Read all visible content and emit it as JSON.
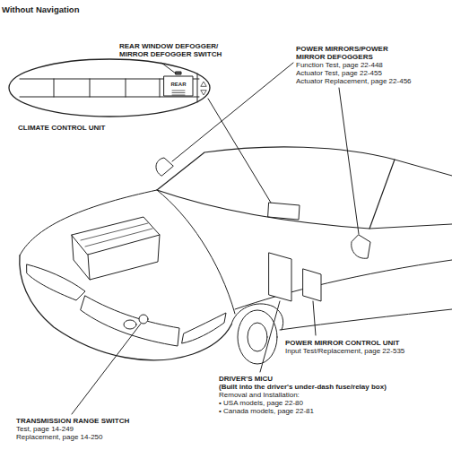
{
  "diagram": {
    "title": "Without Navigation",
    "labels": [
      "REAR WINDOW DEFOGGER/ MIRROR DEFOGGER SWITCH",
      "REAR",
      "CLIMATE CONTROL UNIT",
      "POWER MIRRORS/POWER MIRROR DEFOGGERS",
      "Function Test, page 22-448",
      "Actuator Test, page 22-455",
      "Actuator Replacement, page 22-456",
      "POWER MIRROR CONTROL UNIT",
      "Input Test/Replacement, page 22-535",
      "DRIVER'S MICU",
      "(Built into the driver's under-dash fuse/relay box)",
      "Removal and Installation:",
      "• USA models, page 22-80",
      "• Canada models, page 22-81",
      "TRANSMISSION RANGE SWITCH",
      "Test, page 14-249",
      "Replacement, page 14-250"
    ]
  }
}
